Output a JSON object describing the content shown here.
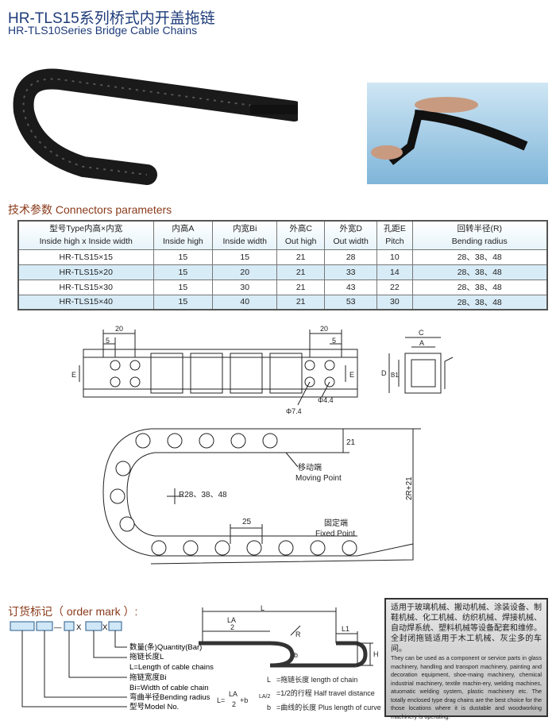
{
  "header": {
    "title_cn": "HR-TLS15系列桥式内开盖拖链",
    "title_en": "HR-TLS10Series Bridge Cable Chains"
  },
  "section_params": "技术参数 Connectors parameters",
  "table": {
    "headers": [
      [
        "型号Type内高×内宽",
        "Inside high x Inside width"
      ],
      [
        "内高A",
        "Inside high"
      ],
      [
        "内宽Bi",
        "Inside width"
      ],
      [
        "外高C",
        "Out high"
      ],
      [
        "外宽D",
        "Out width"
      ],
      [
        "孔距E",
        "Pitch"
      ],
      [
        "回转半径(R)",
        "Bending radius"
      ]
    ],
    "rows": [
      [
        "HR-TLS15×15",
        "15",
        "15",
        "21",
        "28",
        "10",
        "28、38、48"
      ],
      [
        "HR-TLS15×20",
        "15",
        "20",
        "21",
        "33",
        "14",
        "28、38、48"
      ],
      [
        "HR-TLS15×30",
        "15",
        "30",
        "21",
        "43",
        "22",
        "28、38、48"
      ],
      [
        "HR-TLS15×40",
        "15",
        "40",
        "21",
        "53",
        "30",
        "28、38、48"
      ]
    ]
  },
  "drawing": {
    "d20a": "20",
    "d5a": "5",
    "e1": "E",
    "d20b": "20",
    "d5b": "5",
    "e2": "E",
    "c": "C",
    "a": "A",
    "d": "D",
    "b1": "B1",
    "phi74": "Φ7.4",
    "phi44": "Φ4.4",
    "d21": "21",
    "moving_cn": "移动端",
    "moving_en": "Moving Point",
    "radius": "R28、38、48",
    "h2r": "2R+21",
    "d25": "25",
    "fixed_cn": "固定端",
    "fixed_en": "Fixed Point"
  },
  "order": {
    "title": "订货标记（ order mark ）:",
    "sep_dash": "—",
    "sep_x1": "X",
    "sep_x2": "X",
    "items": [
      "数量(条)Quantity(Bar)",
      "拖链长度L",
      "L=Length of cable chains",
      "拖链宽度Bi",
      "Bi=Width of cable chain",
      "弯曲半径Bending radius",
      "型号Model No."
    ],
    "formula": {
      "l": "L=",
      "la": "LA",
      "two": "2",
      "plus_b": "+b"
    },
    "diagram": {
      "L": "L",
      "LA": "LA",
      "two": "2",
      "R": "R",
      "b": "b",
      "L1": "L1",
      "H": "H"
    },
    "legend": [
      [
        "L",
        "=拖链长度 length of chain"
      ],
      [
        "LA/2",
        "=1/2的行程 Half travel distance"
      ],
      [
        "b",
        "=曲线的长度 Plus length of curve"
      ]
    ]
  },
  "info": {
    "cn": "适用于玻璃机械、搬动机械、涂装设备、制鞋机械、化工机械、纺织机械、焊接机械、自动焊系统、塑料机械等设备配套和维修。全封闭拖链适用于木工机械、灰尘多的车间。",
    "en": "They can be used as a component or service parts in glass machinery, handling and transport machinery, painting and decoration equipment, shoe-maing machinery, chemical industrial machinery, textile machin-ery, welding machines, atuomatic welding system, plastic machinery etc. The totally enclosed type drag chains are the best choice for the those locations where it is dustable and woodworking machinery is operating."
  }
}
